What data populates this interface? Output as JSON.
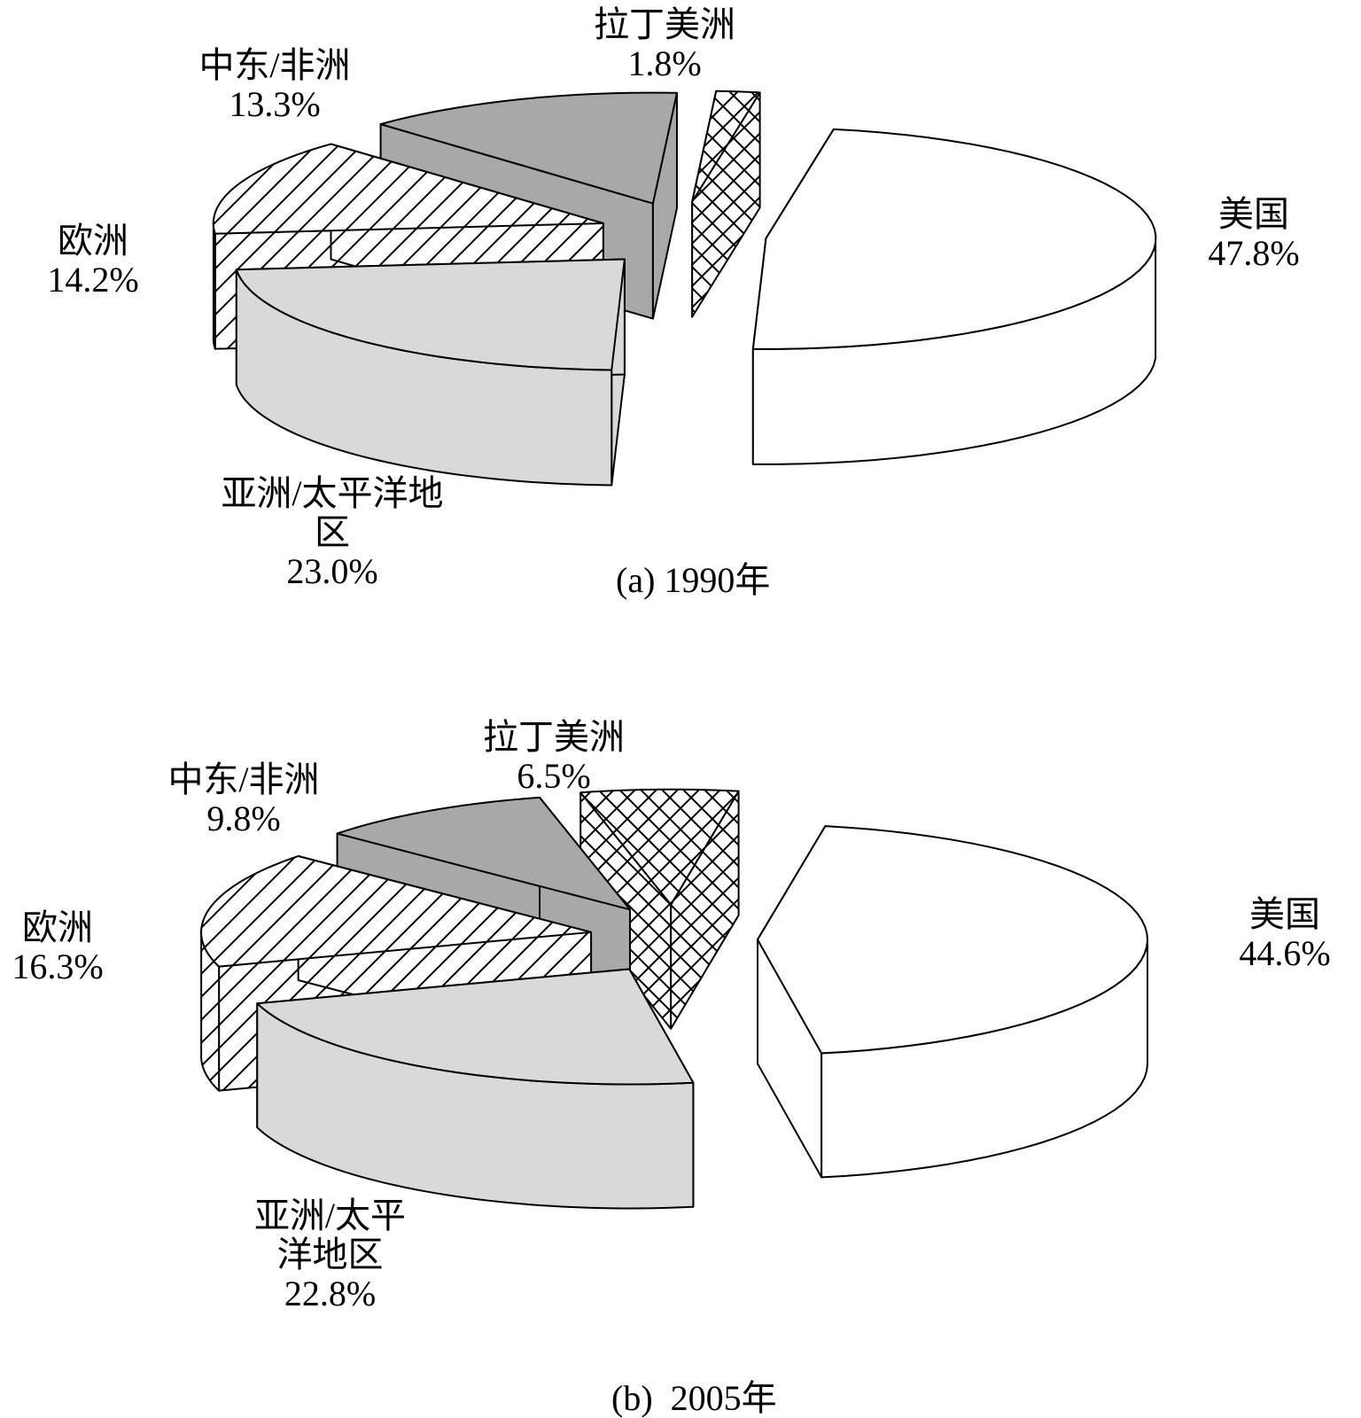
{
  "chart_data": [
    {
      "type": "pie",
      "style": "3d-exploded",
      "title": "(a) 1990年",
      "slices": [
        {
          "name": "美国",
          "value": 47.8,
          "fill": "#ffffff",
          "pattern": "none"
        },
        {
          "name": "亚洲/太平洋地区",
          "value": 23.0,
          "fill": "#d9d9d9",
          "pattern": "none"
        },
        {
          "name": "欧洲",
          "value": 14.2,
          "fill": "#ffffff",
          "pattern": "diagonal"
        },
        {
          "name": "中东/非洲",
          "value": 13.3,
          "fill": "#a8a8a8",
          "pattern": "none"
        },
        {
          "name": "拉丁美洲",
          "value": 1.8,
          "fill": "#ffffff",
          "pattern": "crosshatch"
        }
      ]
    },
    {
      "type": "pie",
      "style": "3d-exploded",
      "title": "(b)  2005年",
      "slices": [
        {
          "name": "美国",
          "value": 44.6,
          "fill": "#ffffff",
          "pattern": "none"
        },
        {
          "name": "亚洲/太平洋地区",
          "value": 22.8,
          "fill": "#d9d9d9",
          "pattern": "none"
        },
        {
          "name": "欧洲",
          "value": 16.3,
          "fill": "#ffffff",
          "pattern": "diagonal"
        },
        {
          "name": "中东/非洲",
          "value": 9.8,
          "fill": "#a8a8a8",
          "pattern": "none"
        },
        {
          "name": "拉丁美洲",
          "value": 6.5,
          "fill": "#ffffff",
          "pattern": "crosshatch"
        }
      ]
    }
  ]
}
